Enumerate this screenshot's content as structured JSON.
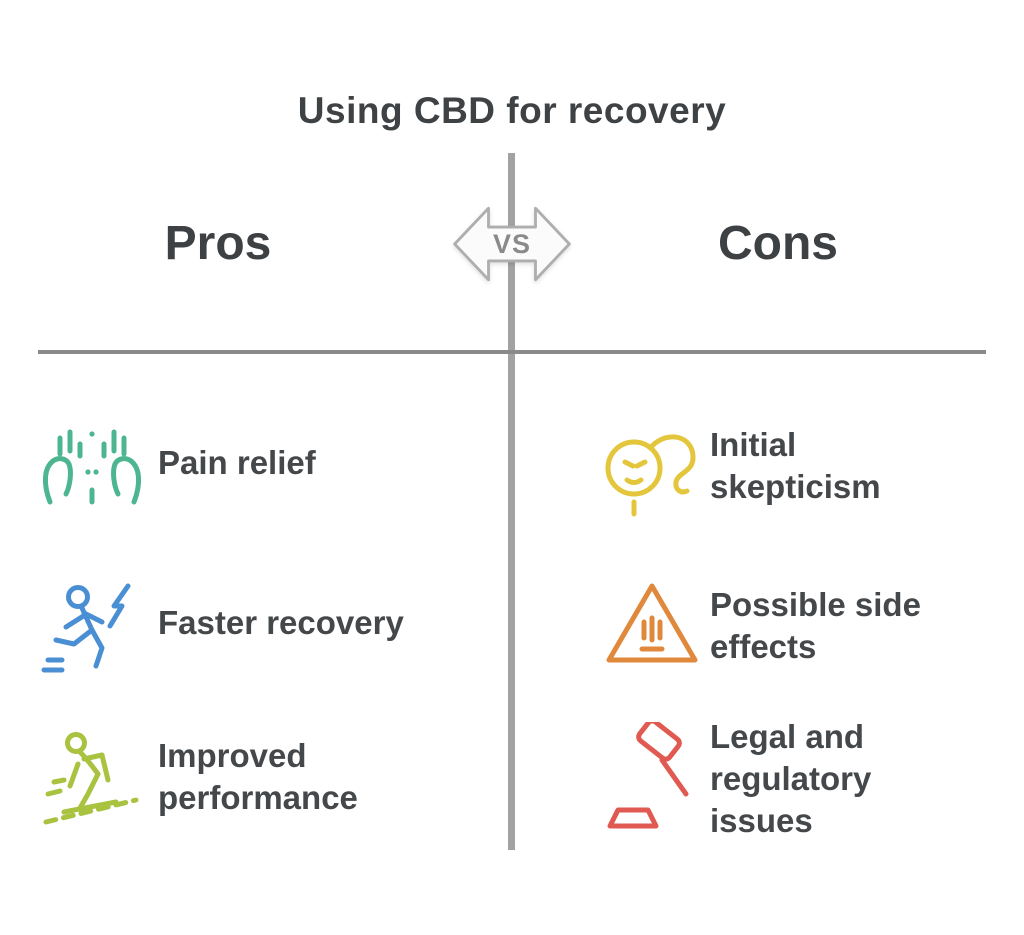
{
  "title": "Using CBD for recovery",
  "vs_badge": {
    "label": "VS"
  },
  "columns": {
    "left": {
      "heading": "Pros"
    },
    "right": {
      "heading": "Cons"
    }
  },
  "pros": [
    {
      "label": "Pain relief",
      "icon": "celebration-hands-icon",
      "color": "#4db690"
    },
    {
      "label": "Faster recovery",
      "icon": "running-person-icon",
      "color": "#4a8fd4"
    },
    {
      "label": "Improved performance",
      "icon": "skier-performance-icon",
      "color": "#a9c23f"
    }
  ],
  "cons": [
    {
      "label": "Initial skepticism",
      "icon": "confused-head-icon",
      "color": "#e3c63b"
    },
    {
      "label": "Possible side effects",
      "icon": "warning-triangle-icon",
      "color": "#e0893c"
    },
    {
      "label": "Legal and regulatory issues",
      "icon": "gavel-icon",
      "color": "#e05a52"
    }
  ],
  "colors": {
    "title_text": "#3f4245",
    "item_text": "#45484b",
    "horizontal_line": "#8a8a8a",
    "vertical_line": "#a2a2a2",
    "vs_fill": "#fbfbfb",
    "vs_border": "#aeaeae",
    "vs_text": "#8a8a8a"
  }
}
